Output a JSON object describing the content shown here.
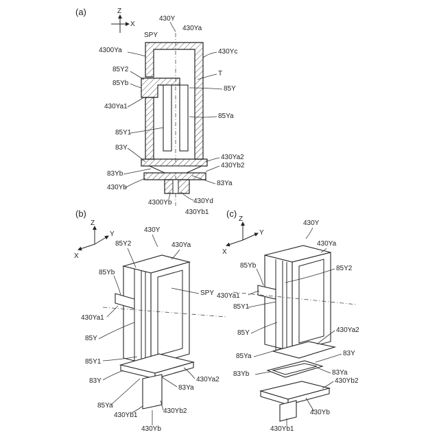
{
  "panels": {
    "a": {
      "tag": "(a)",
      "axis_z": "Z",
      "axis_x": "X",
      "labels": {
        "430Y": "430Y",
        "430Ya": "430Ya",
        "SPY": "SPY",
        "4300Ya": "4300Ya",
        "430Yc": "430Yc",
        "85Y2": "85Y2",
        "T": "T",
        "85Yb": "85Yb",
        "85Y": "85Y",
        "430Ya1": "430Ya1",
        "85Ya": "85Ya",
        "85Y1": "85Y1",
        "83Y": "83Y",
        "430Ya2": "430Ya2",
        "430Yb2": "430Yb2",
        "83Yb": "83Yb",
        "430Yb": "430Yb",
        "83Ya": "83Ya",
        "4300Yb": "4300Yb",
        "430Yd": "430Yd",
        "430Yb1": "430Yb1"
      }
    },
    "b": {
      "tag": "(b)",
      "axis_z": "Z",
      "axis_y": "Y",
      "axis_x": "X",
      "labels": {
        "430Y": "430Y",
        "85Y2": "85Y2",
        "430Ya": "430Ya",
        "85Yb": "85Yb",
        "SPY": "SPY",
        "430Ya1": "430Ya1",
        "85Y": "85Y",
        "85Y1": "85Y1",
        "83Y": "83Y",
        "430Ya2": "430Ya2",
        "83Ya": "83Ya",
        "85Ya": "85Ya",
        "430Yb1": "430Yb1",
        "430Yb2": "430Yb2",
        "430Yb": "430Yb"
      }
    },
    "c": {
      "tag": "(c)",
      "axis_z": "Z",
      "axis_y": "Y",
      "axis_x": "X",
      "labels": {
        "430Y": "430Y",
        "430Ya": "430Ya",
        "85Yb": "85Yb",
        "85Y2": "85Y2",
        "430Ya1": "430Ya1",
        "85Y1": "85Y1",
        "85Y": "85Y",
        "430Ya2": "430Ya2",
        "85Ya": "85Ya",
        "83Y": "83Y",
        "83Yb": "83Yb",
        "83Ya": "83Ya",
        "430Yb2": "430Yb2",
        "430Yb": "430Yb",
        "430Yb1": "430Yb1"
      }
    }
  }
}
